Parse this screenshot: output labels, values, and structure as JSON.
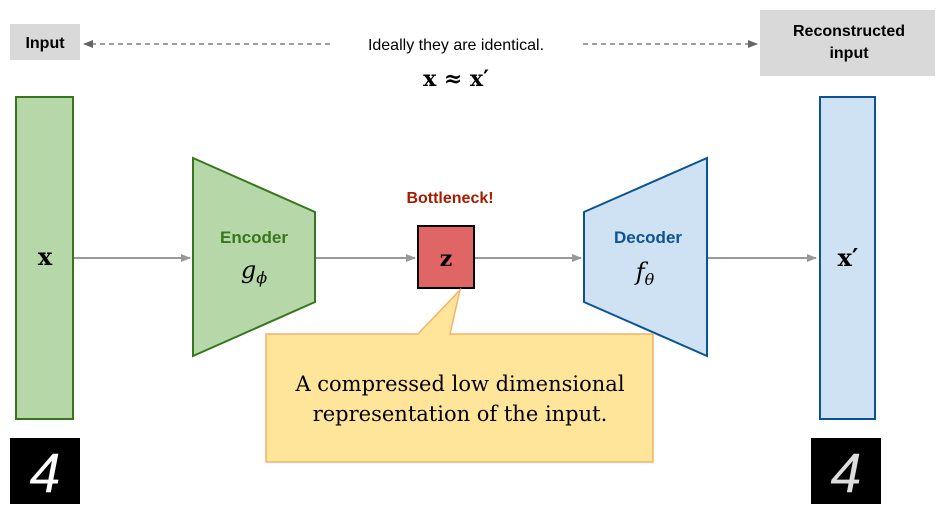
{
  "top": {
    "input_label": "Input",
    "reconstructed_label_line1": "Reconstructed",
    "reconstructed_label_line2": "input",
    "caption": "Ideally they are identical.",
    "equation": "x ≈ x′"
  },
  "input_vector": {
    "symbol": "x"
  },
  "encoder": {
    "title": "Encoder",
    "function_base": "g",
    "function_sub": "ϕ"
  },
  "bottleneck": {
    "title": "Bottleneck!",
    "symbol": "z"
  },
  "decoder": {
    "title": "Decoder",
    "function_base": "f",
    "function_sub": "θ"
  },
  "output_vector": {
    "symbol": "x′"
  },
  "callout": {
    "line1": "A compressed low dimensional",
    "line2": "representation of the input."
  },
  "digits": {
    "input": "4",
    "output": "4"
  },
  "colors": {
    "green_fill": "#b6d7a8",
    "green_stroke": "#38761d",
    "blue_fill": "#cfe2f3",
    "blue_stroke": "#0b5394",
    "red_fill": "#e06666",
    "bottleneck_text": "#a61c00",
    "callout_fill": "#ffe599",
    "callout_stroke": "#f6b26b",
    "label_bg": "#d9d9d9",
    "arrow": "#999999"
  }
}
